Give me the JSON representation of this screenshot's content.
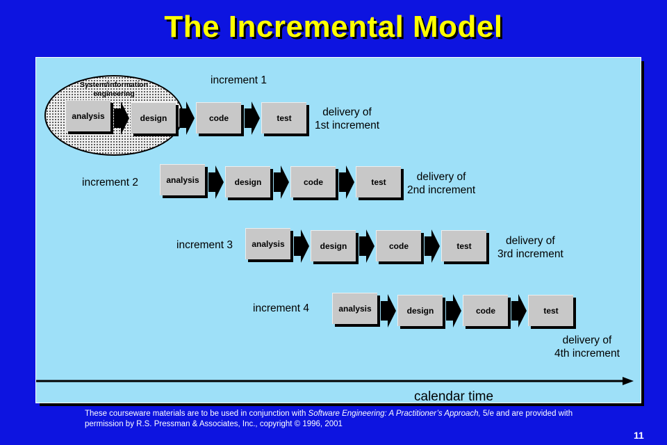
{
  "title": "The Incremental Model",
  "system_label": "System/information engineering",
  "phases": [
    "analysis",
    "design",
    "code",
    "test"
  ],
  "increments": [
    {
      "label": "increment 1",
      "delivery": [
        "delivery of",
        "1st increment"
      ]
    },
    {
      "label": "increment 2",
      "delivery": [
        "delivery of",
        "2nd increment"
      ]
    },
    {
      "label": "increment 3",
      "delivery": [
        "delivery of",
        "3rd increment"
      ]
    },
    {
      "label": "increment 4",
      "delivery": [
        "delivery of",
        "4th increment"
      ]
    }
  ],
  "axis_label": "calendar time",
  "footer": {
    "prefix": "These courseware materials are to be used in conjunction with ",
    "book": "Software Engineering: A Practitioner’s Approach,",
    "suffix": " 5/e and are provided with permission by R.S. Pressman & Associates, Inc., copyright © 1996, 2001"
  },
  "page_number": "11"
}
